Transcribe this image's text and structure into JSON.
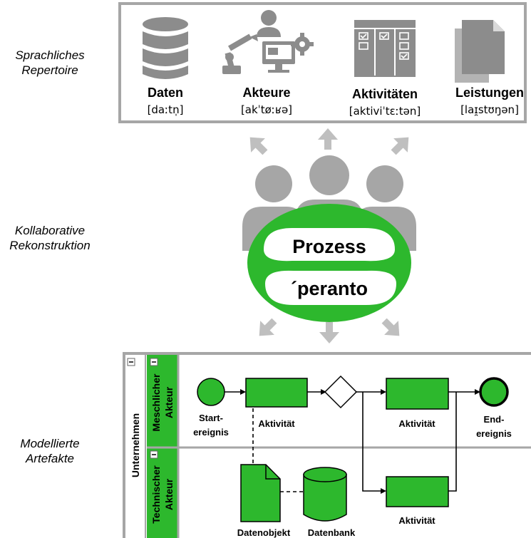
{
  "side_labels": {
    "repertoire": [
      "Sprachliches",
      "Repertoire"
    ],
    "reconstruction": [
      "Kollaborative",
      "Rekonstruktion"
    ],
    "artifacts": [
      "Modellierte",
      "Artefakte"
    ]
  },
  "repertoire_terms": [
    {
      "word": "Daten",
      "ipa": "[daːtn̩]",
      "icon": "database-icon"
    },
    {
      "word": "Akteure",
      "ipa": "[akˈtøːʁə]",
      "icon": "actor-robot-icon"
    },
    {
      "word": "Aktivitäten",
      "ipa": "[aktiviˈtɛːtən]",
      "icon": "kanban-board-icon"
    },
    {
      "word": "Leistungen",
      "ipa": "[laɪ̯stʊŋən]",
      "icon": "documents-icon"
    }
  ],
  "center": {
    "line1": "Prozess",
    "line2": "´peranto"
  },
  "colors": {
    "green": "#2db82d",
    "gray": "#a6a6a6",
    "dark_gray": "#8c8c8c"
  },
  "model": {
    "pool_label": "Unternehmen",
    "lane1_label": [
      "Meschlicher",
      "Akteur"
    ],
    "lane2_label": [
      "Technischer",
      "Akteur"
    ],
    "collapse_symbol": "−",
    "start_event": [
      "Start-",
      "ereignis"
    ],
    "activity": "Aktivität",
    "end_event": [
      "End-",
      "ereignis"
    ],
    "data_object": "Datenobjekt",
    "data_store": "Datenbank"
  }
}
